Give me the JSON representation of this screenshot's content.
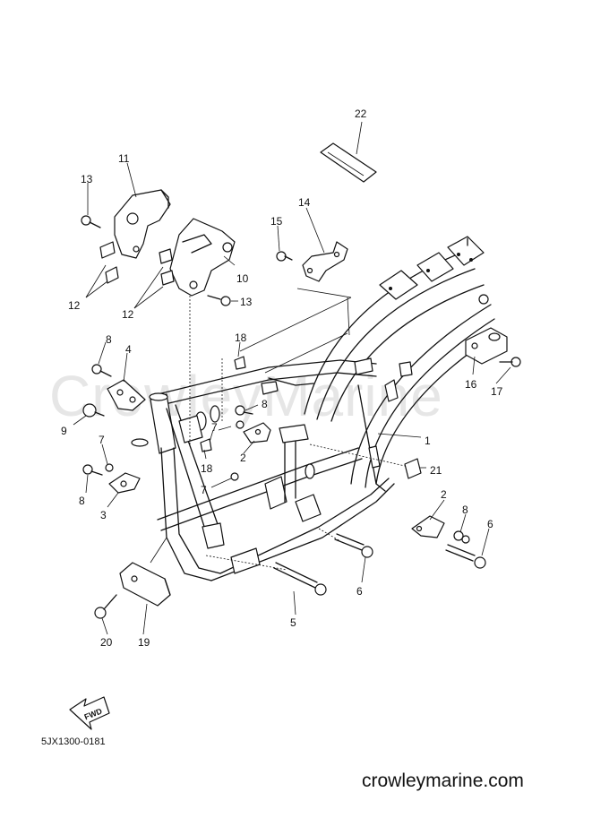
{
  "watermark": "CrowleyMarine",
  "diagram_code": "5JX1300-0181",
  "site": "crowleymarine.com",
  "fwd_label": "FWD",
  "callouts": [
    "22",
    "11",
    "13",
    "14",
    "15",
    "10",
    "13",
    "12",
    "12",
    "8",
    "4",
    "18",
    "16",
    "17",
    "9",
    "8",
    "7",
    "1",
    "7",
    "18",
    "2",
    "8",
    "21",
    "3",
    "7",
    "2",
    "8",
    "6",
    "6",
    "5",
    "20",
    "19"
  ]
}
